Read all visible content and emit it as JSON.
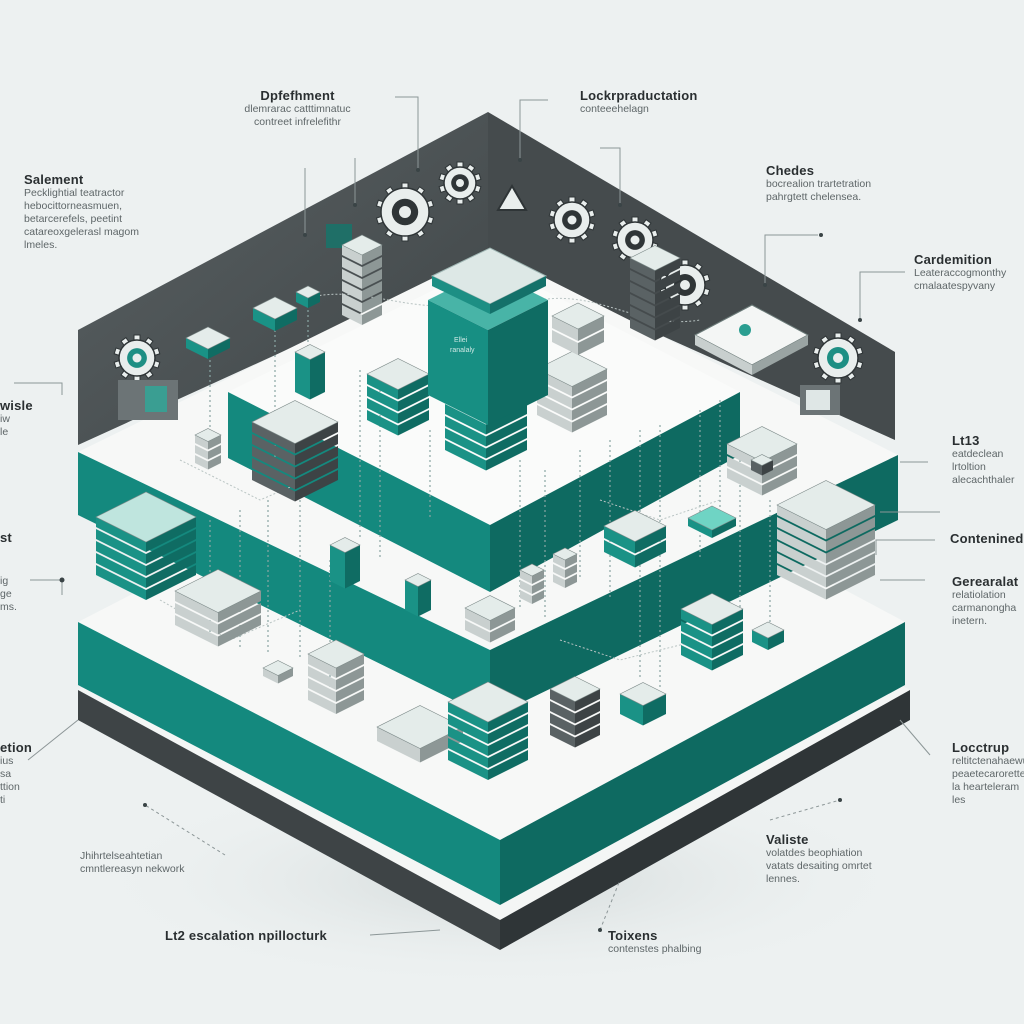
{
  "labels": {
    "top_center": {
      "title": "Dpfefhment",
      "lines": [
        "dlemrarac catttimnatuc",
        "contreet infrelefithr"
      ]
    },
    "top_right": {
      "title": "Lockrpraductation",
      "lines": [
        "conteeehelagn"
      ]
    },
    "left_1": {
      "title": "Salement",
      "lines": [
        "Pecklightial teatractor",
        "hebocittorneasmuen,",
        "betarcerefels, peetint",
        "catareoxgelerasl magom",
        "lmeles."
      ]
    },
    "right_1": {
      "title": "Chedes",
      "lines": [
        "bocrealion trartetration",
        "pahrgtett chelensea."
      ]
    },
    "right_2": {
      "title": "Cardemition",
      "lines": [
        "Leateraccogmonthy",
        "cmalaatespyvany"
      ]
    },
    "left_2": {
      "title": "wisle",
      "lines": [
        "iw",
        "le"
      ]
    },
    "right_3": {
      "title": "Lt13",
      "lines": [
        "eatdeclean lrtoltion",
        "alecachthaler"
      ]
    },
    "left_3": {
      "title": "st",
      "lines": [
        "ig",
        "ge",
        "ms."
      ]
    },
    "right_4": {
      "title": "Contenined",
      "lines": []
    },
    "right_5": {
      "title": "Gerearalat",
      "lines": [
        "relatiolation",
        "carmanongha",
        "inetern."
      ]
    },
    "left_4": {
      "title": "etion",
      "lines": [
        "ius",
        "sa",
        "ttion",
        "ti"
      ]
    },
    "right_6": {
      "title": "Locctrup",
      "lines": [
        "reltitctenahaewun",
        "peaetecaroretten",
        "la hearteleram",
        "les"
      ]
    },
    "bottom_left": {
      "title": "",
      "lines": [
        "Jhihrtelseahtetian",
        "cmntlereasyn nekwork"
      ]
    },
    "bottom_center_right": {
      "title": "Valiste",
      "lines": [
        "volatdes beophiation",
        "vatats desaiting omrtet",
        "lennes."
      ]
    },
    "bottom_center": {
      "title": "Lt2 escalation npillocturk",
      "lines": []
    },
    "bottom_right": {
      "title": "Toixens",
      "lines": [
        "contenstes phalbing"
      ]
    }
  },
  "central_box_text": [
    "Ellei",
    "ranalaly"
  ],
  "colors": {
    "teal": "#14897e",
    "teal_dark": "#0e6a61",
    "teal_light": "#3fc0b0",
    "dark_wall": "#4b5254",
    "surface": "#f7f8f7",
    "bg": "#edf1f1"
  }
}
